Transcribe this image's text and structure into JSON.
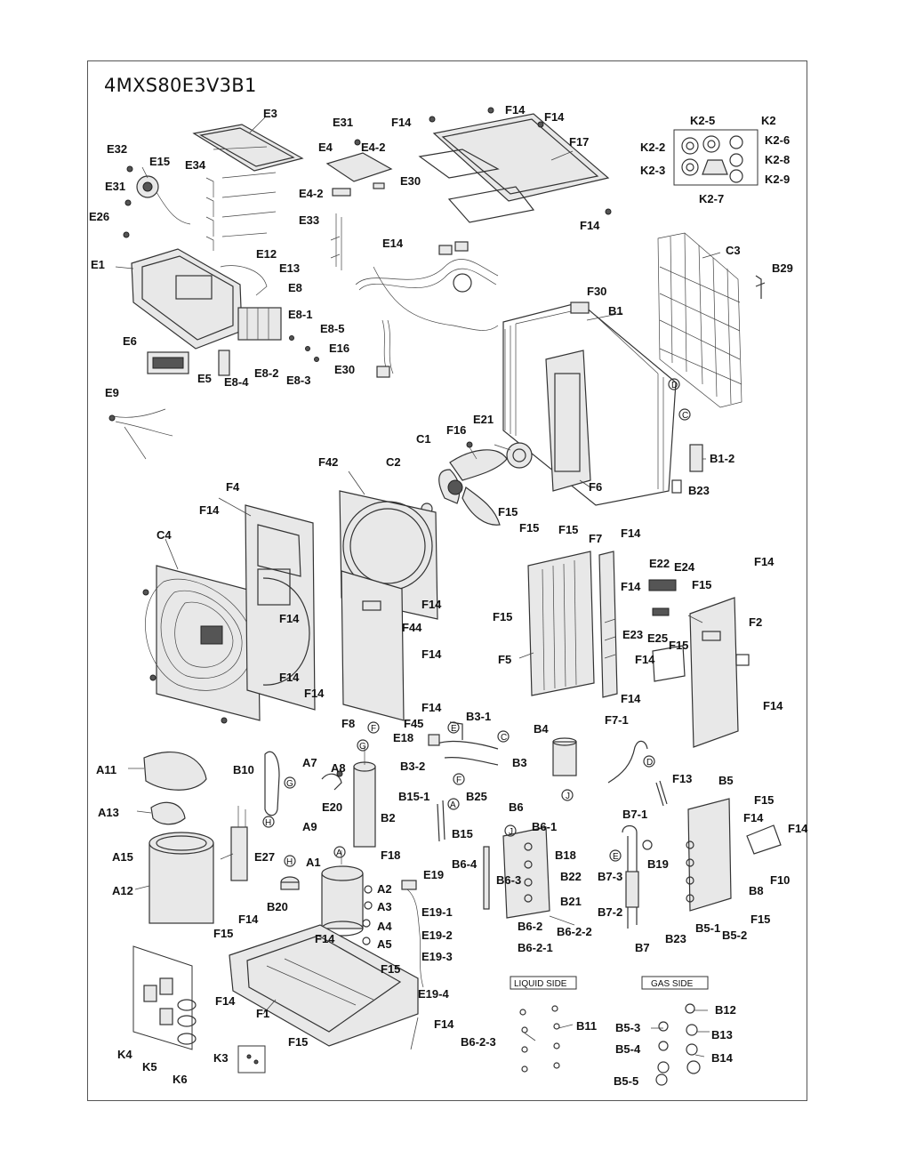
{
  "model": "4MXS80E3V3B1",
  "side_labels": {
    "liquid": "LIQUID SIDE",
    "gas": "GAS SIDE"
  },
  "parts": {
    "E3": "E3",
    "E31a": "E31",
    "F14a": "F14",
    "F14b": "F14",
    "F14c": "F14",
    "F17": "F17",
    "K2_5": "K2-5",
    "K2": "K2",
    "E32": "E32",
    "E15": "E15",
    "E34": "E34",
    "E4": "E4",
    "E4_2a": "E4-2",
    "E30a": "E30",
    "K2_2": "K2-2",
    "K2_6": "K2-6",
    "K2_8": "K2-8",
    "K2_3": "K2-3",
    "K2_9": "K2-9",
    "K2_7": "K2-7",
    "E31b": "E31",
    "E4_2b": "E4-2",
    "F14d": "F14",
    "E26": "E26",
    "E33": "E33",
    "E14": "E14",
    "C3": "C3",
    "E1": "E1",
    "E12": "E12",
    "E13": "E13",
    "B29": "B29",
    "E8": "E8",
    "F30": "F30",
    "B1": "B1",
    "E8_1": "E8-1",
    "E8_5": "E8-5",
    "E6": "E6",
    "E16": "E16",
    "E30b": "E30",
    "E5": "E5",
    "E8_4": "E8-4",
    "E8_2": "E8-2",
    "E8_3": "E8-3",
    "E9": "E9",
    "C1": "C1",
    "F16": "F16",
    "E21": "E21",
    "B1_2": "B1-2",
    "F42": "F42",
    "C2": "C2",
    "F4": "F4",
    "F6": "F6",
    "B23a": "B23",
    "F14e": "F14",
    "F15a": "F15",
    "F15b": "F15",
    "C4": "C4",
    "F15c": "F15",
    "F7": "F7",
    "F14f": "F14",
    "E22": "E22",
    "E24": "E24",
    "F14g": "F14",
    "F14h": "F14",
    "F15d": "F15",
    "F15e": "F15",
    "F14i": "F14",
    "F14j": "F14",
    "F2": "F2",
    "E23": "E23",
    "E25": "E25",
    "F15f": "F15",
    "F44": "F44",
    "F5": "F5",
    "F14k": "F14",
    "F14l": "F14",
    "F14m": "F14",
    "F14n": "F14",
    "F14o": "F14",
    "F7_1": "F7-1",
    "F14p": "F14",
    "F8": "F8",
    "F45": "F45",
    "E18": "E18",
    "B3_1": "B3-1",
    "B4": "B4",
    "B3_2": "B3-2",
    "B3": "B3",
    "A11": "A11",
    "B10": "B10",
    "A7": "A7",
    "A8": "A8",
    "F13": "F13",
    "B5": "B5",
    "F15g": "F15",
    "B15_1": "B15-1",
    "B25": "B25",
    "A13": "A13",
    "E20": "E20",
    "B6": "B6",
    "B6_1": "B6-1",
    "B7_1": "B7-1",
    "F14q": "F14",
    "F14r": "F14",
    "A9": "A9",
    "B2": "B2",
    "B15": "B15",
    "E27": "E27",
    "A15": "A15",
    "B18": "B18",
    "B19": "B19",
    "A1": "A1",
    "F18": "F18",
    "B6_4": "B6-4",
    "B6_3": "B6-3",
    "B22": "B22",
    "F10": "F10",
    "A12": "A12",
    "E19": "E19",
    "B7_3": "B7-3",
    "A2": "A2",
    "B8": "B8",
    "A3": "A3",
    "B20": "B20",
    "B21": "B21",
    "E19_1": "E19-1",
    "B7_2": "B7-2",
    "F15h": "F15",
    "A4": "A4",
    "B6_2": "B6-2",
    "B6_2_2": "B6-2-2",
    "F14s": "F14",
    "F14t": "F14",
    "E19_2": "E19-2",
    "B23b": "B23",
    "B5_1": "B5-1",
    "B5_2": "B5-2",
    "F15i": "F15",
    "A5": "A5",
    "B6_2_1": "B6-2-1",
    "B7": "B7",
    "E19_3": "E19-3",
    "F15j": "F15",
    "F14u": "F14",
    "E19_4": "E19-4",
    "F1": "F1",
    "F14v": "F14",
    "B12": "B12",
    "B6_2_3": "B6-2-3",
    "B11": "B11",
    "B5_3": "B5-3",
    "B13": "B13",
    "B5_4": "B5-4",
    "B14": "B14",
    "K4": "K4",
    "K5": "K5",
    "K6": "K6",
    "F15k": "F15",
    "K3": "K3",
    "B5_5": "B5-5"
  },
  "connection_refs": {
    "D1": "D",
    "C1": "C",
    "G1": "G",
    "F1": "F",
    "E1": "E",
    "C2": "C",
    "D2": "D",
    "G2": "G",
    "H1": "H",
    "F2": "F",
    "A1": "A",
    "J1": "J",
    "J2": "J",
    "E2": "E",
    "H2": "H",
    "A2": "A"
  }
}
